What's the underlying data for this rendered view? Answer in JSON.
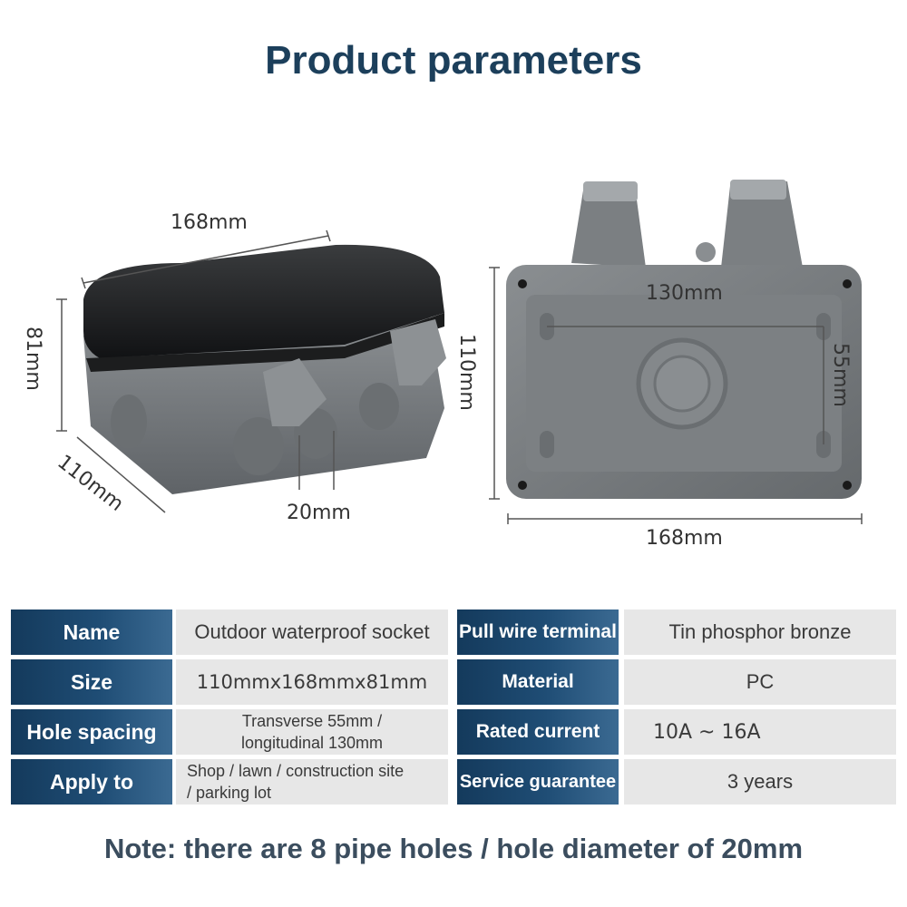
{
  "title": "Product parameters",
  "figure": {
    "left_view": {
      "width_label": "168mm",
      "height_label": "81mm",
      "depth_label": "110mm",
      "hole_label": "20mm"
    },
    "right_view": {
      "top_width_label": "130mm",
      "side_height_label": "55mm",
      "overall_height_label": "110mm",
      "bottom_width_label": "168mm"
    }
  },
  "specs": {
    "rows": [
      {
        "label": "Name",
        "value": "Outdoor waterproof socket",
        "label2": "Pull wire terminal",
        "value2": "Tin phosphor bronze"
      },
      {
        "label": "Size",
        "value": "110mmx168mmx81mm",
        "label2": "Material",
        "value2": "PC"
      },
      {
        "label": "Hole spacing",
        "value_line1": "Transverse 55mm /",
        "value_line2": "longitudinal 130mm",
        "label2": "Rated current",
        "value2": "10A ~ 16A"
      },
      {
        "label": "Apply to",
        "value_line1": "Shop / lawn / construction site",
        "value_line2": "/ parking lot",
        "label2": "Service guarantee",
        "value2": "3 years"
      }
    ]
  },
  "note": "Note: there are 8 pipe holes / hole diameter of 20mm"
}
